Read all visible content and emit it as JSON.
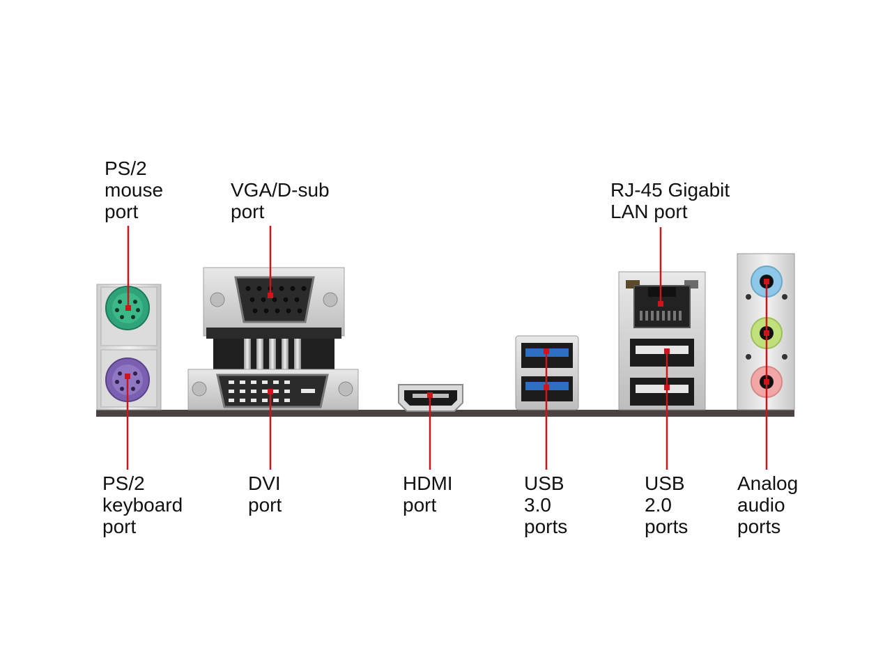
{
  "colors": {
    "leader": "#d0141c",
    "bracket": "#4a4342",
    "metal": "#e2e2e2",
    "ps2_mouse": "#2fa37a",
    "ps2_keyboard": "#7b5fb0",
    "usb3": "#2d6fc0",
    "audio_blue": "#8ec8e8",
    "audio_green": "#bfe07a",
    "audio_pink": "#f2a7a7"
  },
  "labels": {
    "ps2_mouse": [
      "PS/2",
      "mouse",
      "port"
    ],
    "vga": [
      "VGA/D-sub",
      "port"
    ],
    "rj45": [
      "RJ-45 Gigabit",
      "LAN port"
    ],
    "ps2_keyboard": [
      "PS/2",
      "keyboard",
      "port"
    ],
    "dvi": [
      "DVI",
      "port"
    ],
    "hdmi": [
      "HDMI",
      "port"
    ],
    "usb3": [
      "USB",
      "3.0",
      "ports"
    ],
    "usb2": [
      "USB",
      "2.0",
      "ports"
    ],
    "audio": [
      "Analog",
      "audio",
      "ports"
    ]
  }
}
